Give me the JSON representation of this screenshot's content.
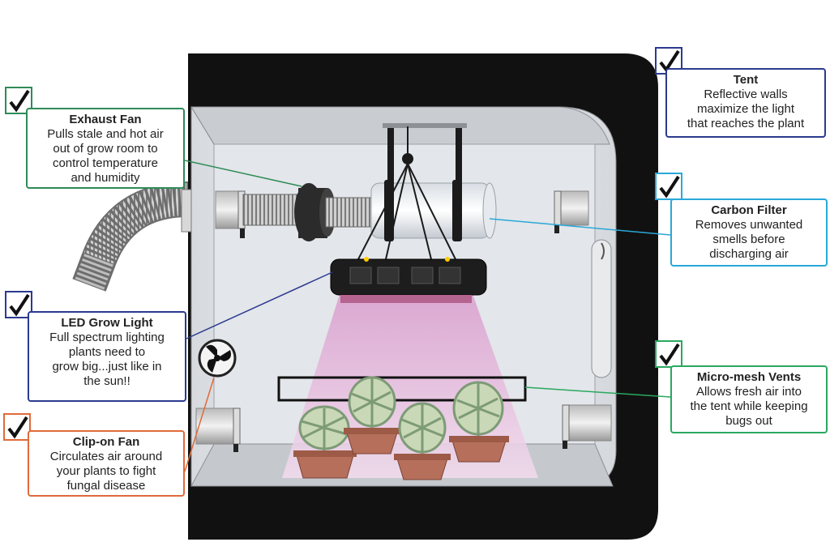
{
  "colors": {
    "exhaust": "#2e8b57",
    "tent": "#2b3a8f",
    "carbon": "#29a8d8",
    "led": "#2b3a8f",
    "clip": "#e06a3a",
    "vents": "#2aa860",
    "light_beam": "#e3b6d8"
  },
  "callouts": {
    "exhaust_fan": {
      "title": "Exhaust Fan",
      "desc": "Pulls stale and hot air\nout of grow room to\ncontrol temperature\nand humidity",
      "icon": "checkmark-icon"
    },
    "tent": {
      "title": "Tent",
      "desc": "Reflective walls\nmaximize the light\nthat reaches the plant",
      "icon": "checkmark-icon"
    },
    "carbon_filter": {
      "title": "Carbon Filter",
      "desc": "Removes unwanted\nsmells before\ndischarging air",
      "icon": "checkmark-icon"
    },
    "led_grow_light": {
      "title": "LED Grow Light",
      "desc": "Full spectrum lighting\nplants need to\ngrow big...just like in\nthe sun!!",
      "icon": "checkmark-icon"
    },
    "clip_on_fan": {
      "title": "Clip-on Fan",
      "desc": "Circulates air around\nyour plants to fight\nfungal disease",
      "icon": "checkmark-icon"
    },
    "micro_mesh_vents": {
      "title": "Micro-mesh Vents",
      "desc": "Allows fresh air into\nthe tent while keeping\nbugs out",
      "icon": "checkmark-icon"
    }
  }
}
